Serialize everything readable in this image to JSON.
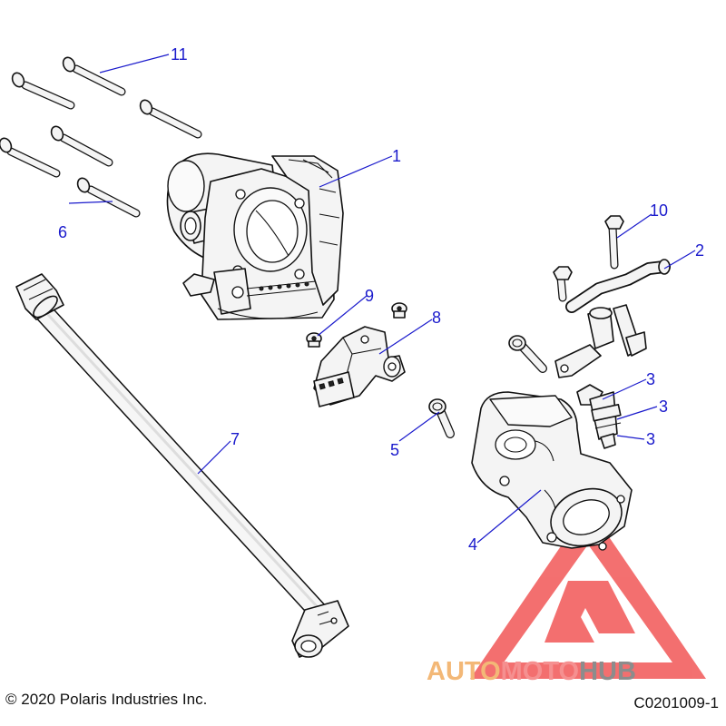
{
  "callouts": {
    "c1": "1",
    "c2": "2",
    "c3a": "3",
    "c3b": "3",
    "c3c": "3",
    "c4": "4",
    "c5": "5",
    "c6": "6",
    "c7": "7",
    "c8": "8",
    "c9": "9",
    "c10": "10",
    "c11": "11"
  },
  "footer": {
    "copyright": "© 2020 Polaris Industries Inc.",
    "diagram_code": "C0201009-1"
  },
  "watermark": {
    "part1": "AUTO",
    "part2": "MOTO",
    "part3": "HUB",
    "color_auto": "#f3b877",
    "color_moto": "#f59090",
    "color_hub": "#8c8c8c",
    "logo_color": "#ef4040"
  },
  "colors": {
    "callout": "#1a1acc",
    "line": "#111111"
  }
}
